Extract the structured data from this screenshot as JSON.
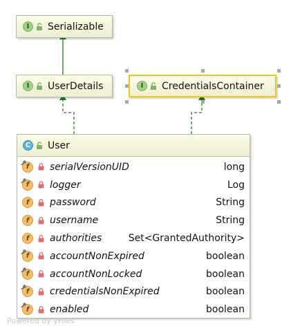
{
  "interfaces": [
    {
      "id": "serializable",
      "badge": "I",
      "name": "Serializable"
    },
    {
      "id": "userdetails",
      "badge": "I",
      "name": "UserDetails"
    },
    {
      "id": "credentials",
      "badge": "I",
      "name": "CredentialsContainer"
    }
  ],
  "user_class": {
    "badge": "C",
    "name": "User",
    "field_badge": "f",
    "fields": [
      {
        "name": "serialVersionUID",
        "type": "long",
        "static": true
      },
      {
        "name": "logger",
        "type": "Log",
        "static": true
      },
      {
        "name": "password",
        "type": "String",
        "static": false
      },
      {
        "name": "username",
        "type": "String",
        "static": false
      },
      {
        "name": "authorities",
        "type": "Set<GrantedAuthority>",
        "static": false
      },
      {
        "name": "accountNonExpired",
        "type": "boolean",
        "static": true
      },
      {
        "name": "accountNonLocked",
        "type": "boolean",
        "static": true
      },
      {
        "name": "credentialsNonExpired",
        "type": "boolean",
        "static": true
      },
      {
        "name": "enabled",
        "type": "boolean",
        "static": true
      }
    ]
  },
  "footer": "Powered by yFiles",
  "colors": {
    "edge": "#1e7a1e",
    "selection": "#f2c811",
    "lock": "#e07070",
    "unlock": "#7fb26a"
  }
}
